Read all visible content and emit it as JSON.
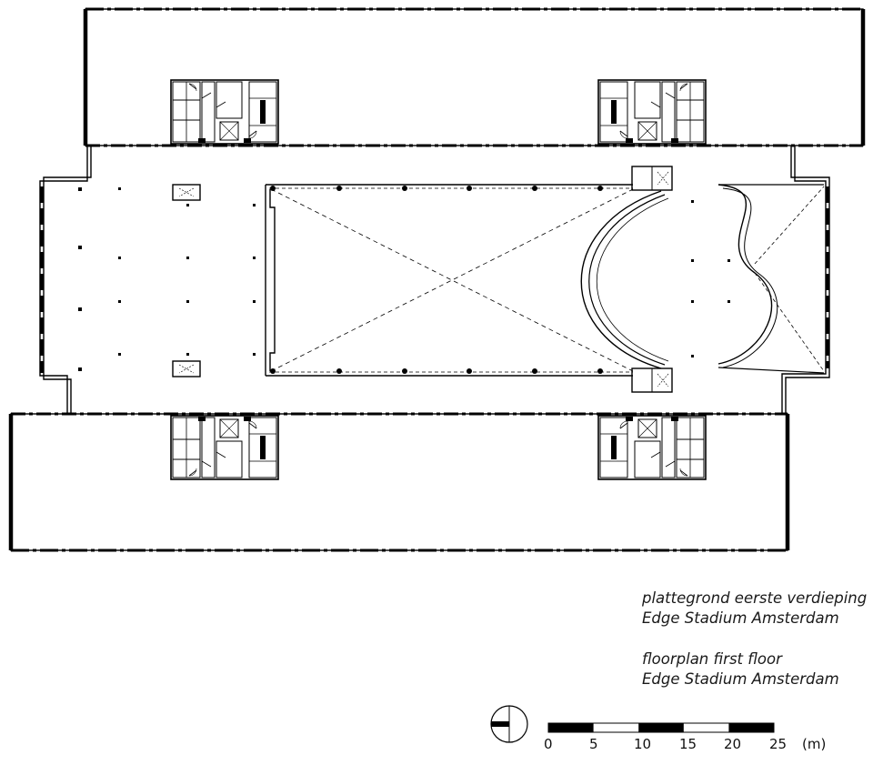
{
  "caption_dutch": {
    "line1": "plattegrond eerste verdieping",
    "line2": "Edge Stadium Amsterdam"
  },
  "caption_english": {
    "line1": "floorplan first floor",
    "line2": "Edge Stadium Amsterdam"
  },
  "scale_bar": {
    "ticks": [
      "0",
      "5",
      "10",
      "15",
      "20",
      "25"
    ],
    "unit": "(m)"
  },
  "icons": {
    "north": "north-arrow-icon"
  }
}
